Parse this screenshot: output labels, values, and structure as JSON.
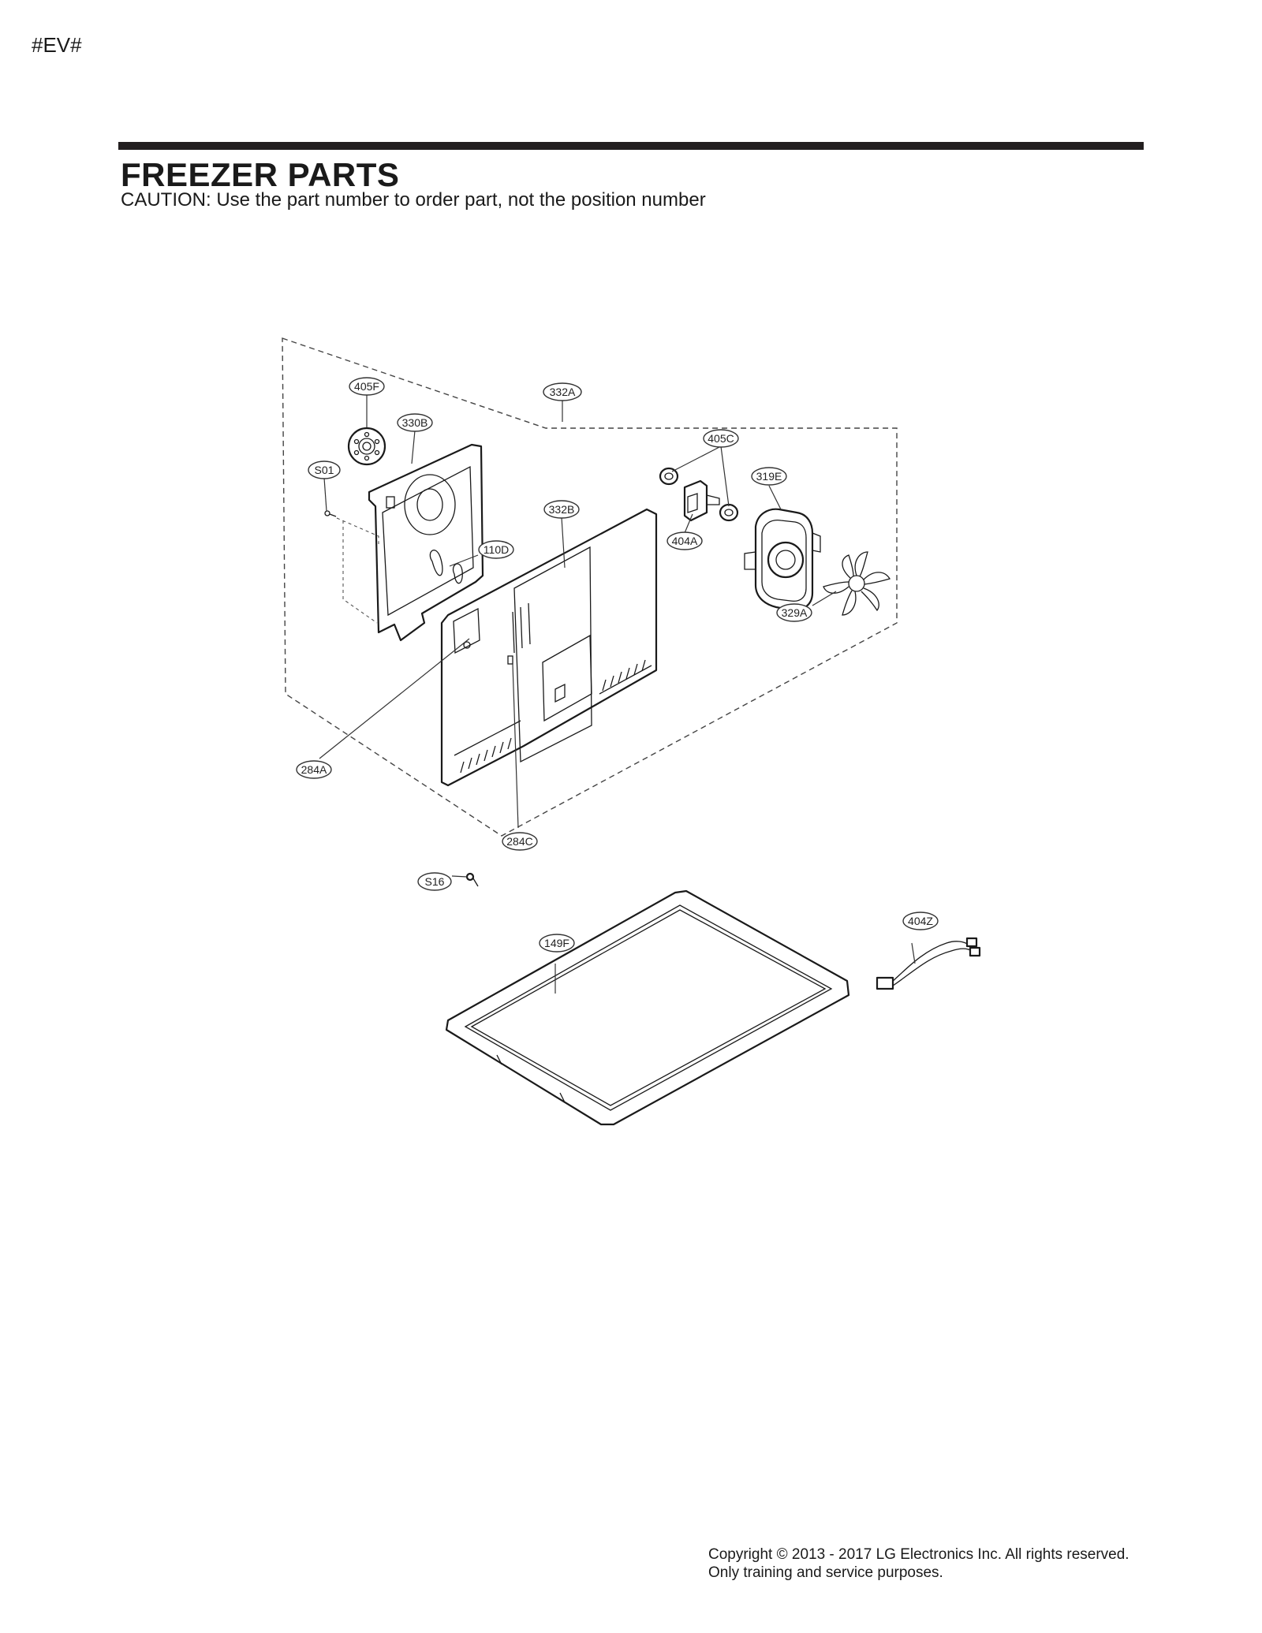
{
  "header": {
    "code": "#EV#",
    "title": "FREEZER PARTS",
    "caution": "CAUTION: Use the part number to order part, not the position number"
  },
  "callouts": [
    "405F",
    "332A",
    "330B",
    "405C",
    "S01",
    "319E",
    "332B",
    "110D",
    "404A",
    "329A",
    "284A",
    "284C",
    "S16",
    "404Z",
    "149F"
  ],
  "footer": {
    "copyright": "Copyright © 2013 - 2017 LG Electronics Inc. All rights reserved.",
    "note": "Only training and service purposes."
  }
}
